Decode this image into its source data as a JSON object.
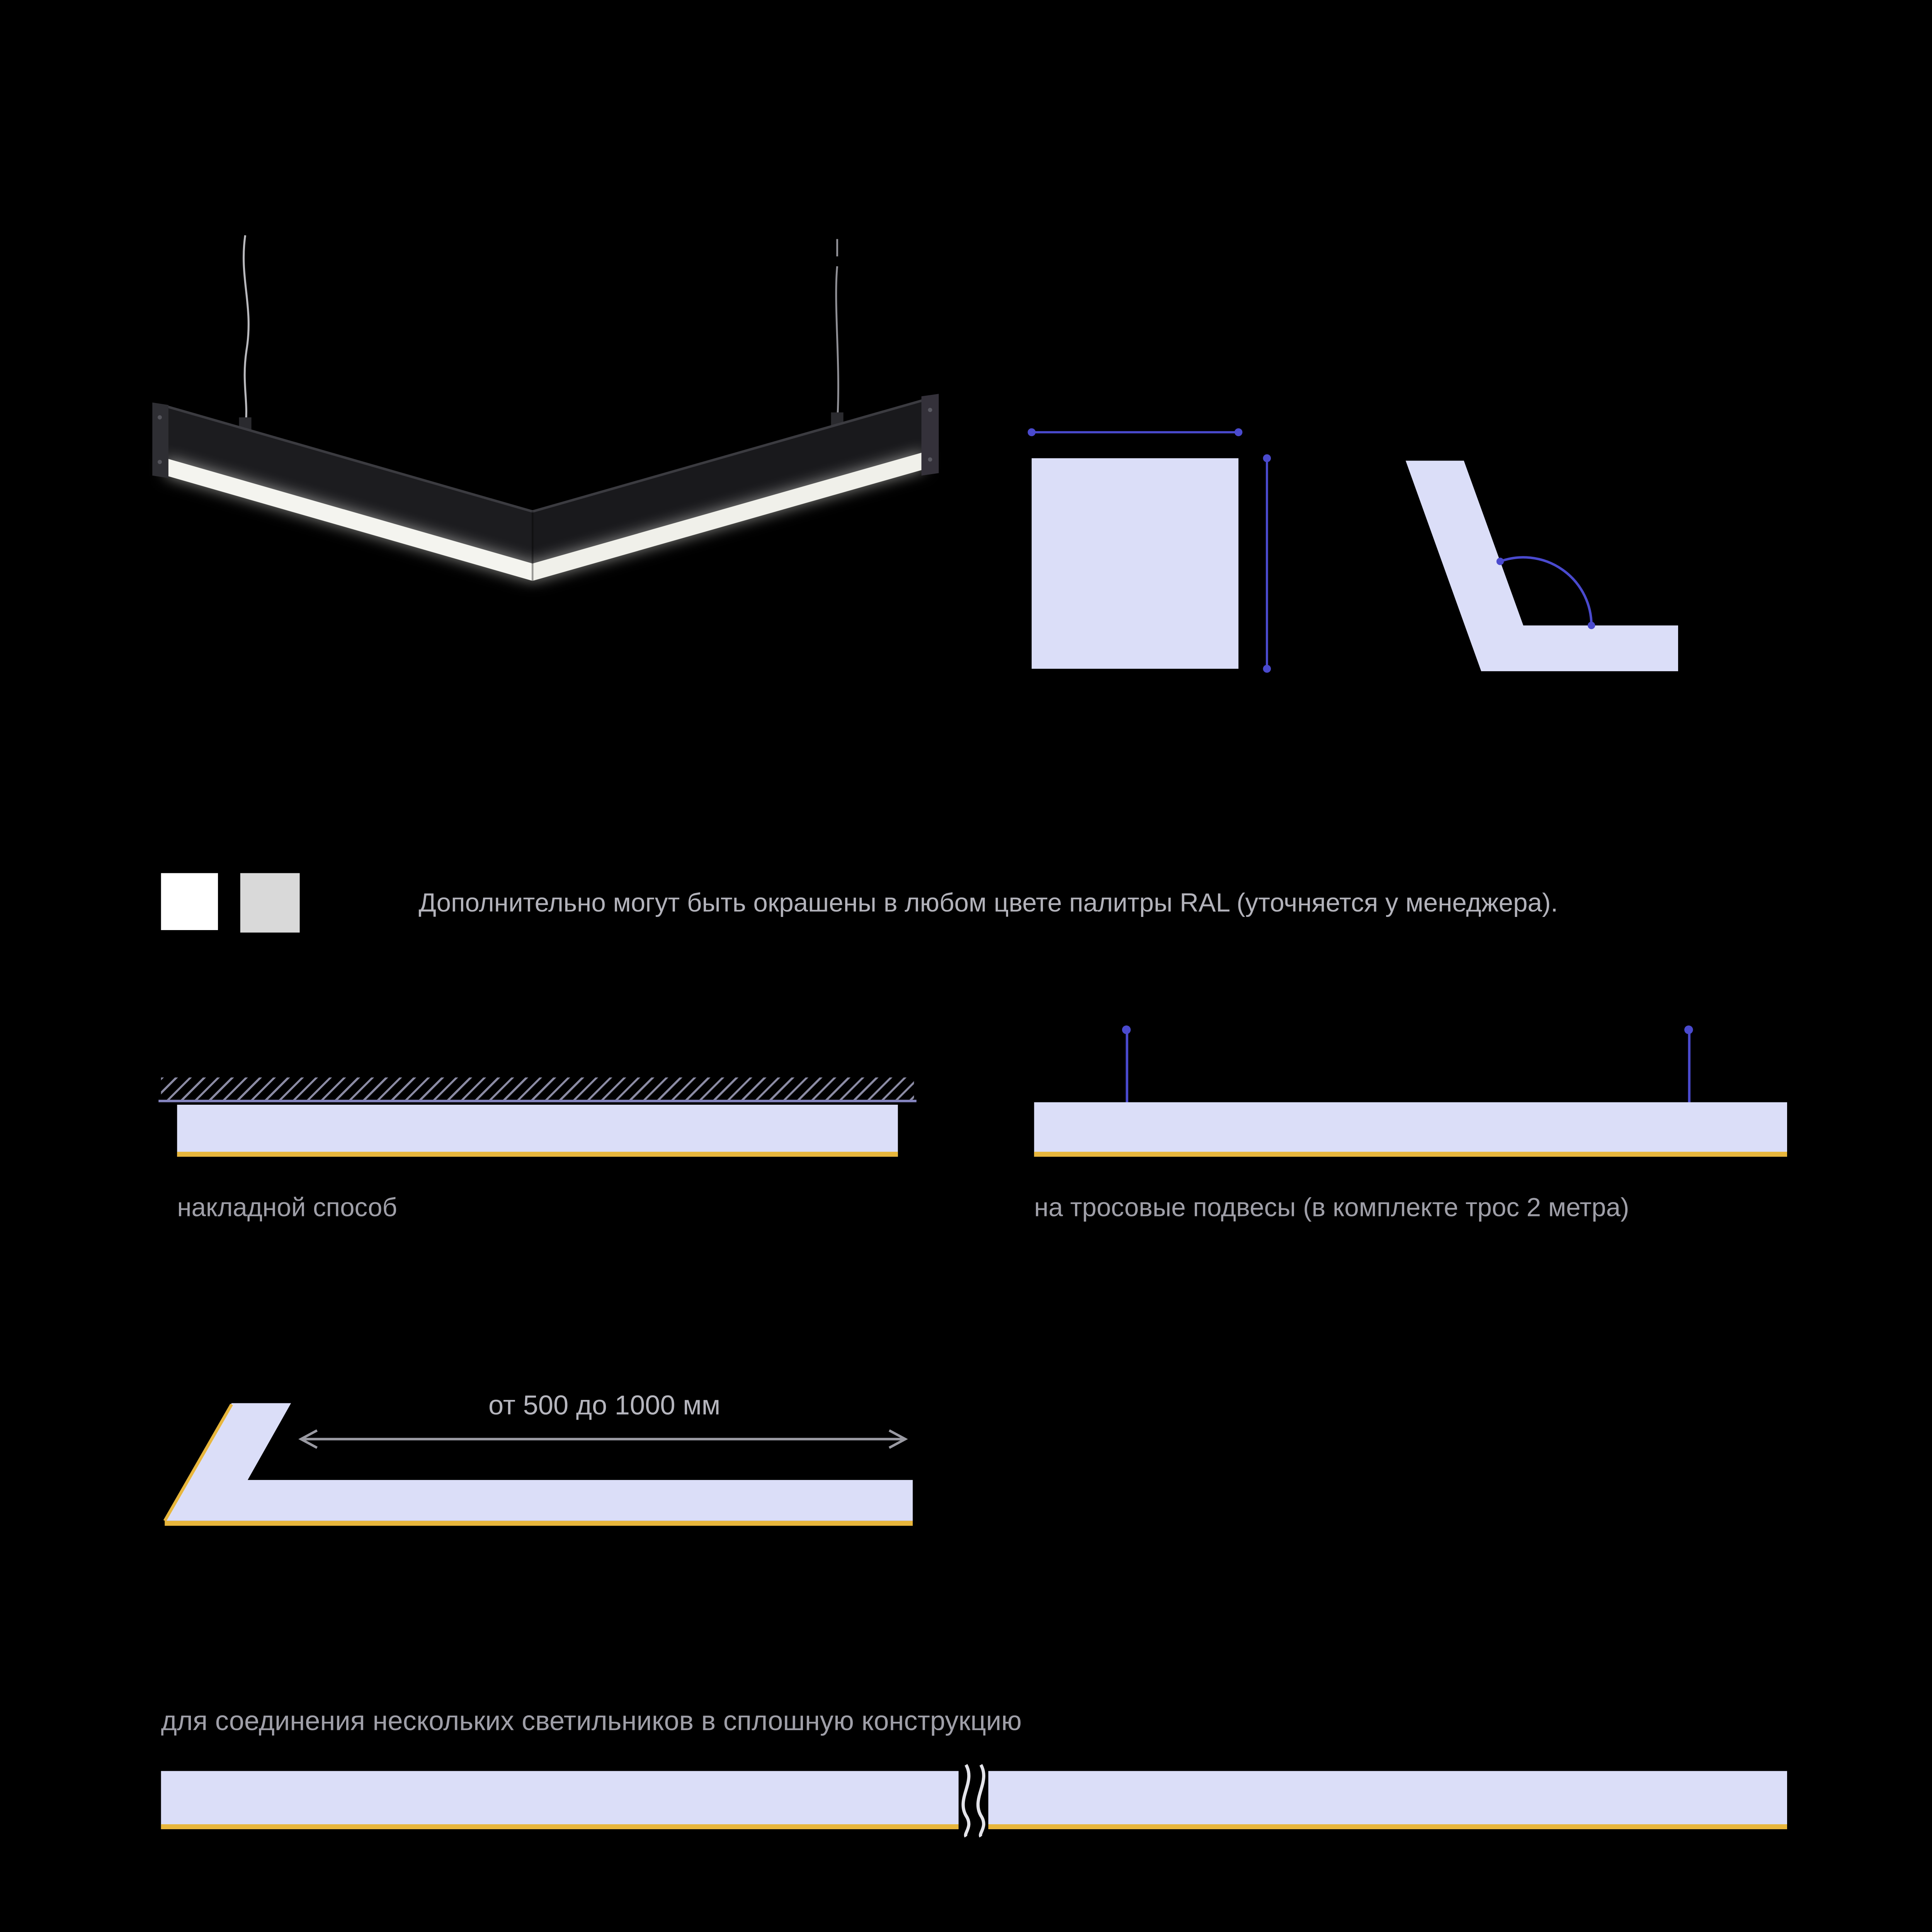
{
  "colors": {
    "background": "#000000",
    "profile_fill": "#dbdef8",
    "gold_edge": "#e8b63c",
    "dimension_blue": "#4a4ace",
    "label_gray": "#9f9fa8"
  },
  "luminaire": {
    "description": "v-shaped black pendant LED luminaire on suspension wires"
  },
  "ral_note": "Дополнительно могут быть окрашены в любом цвете палитры RAL (уточняется у менеджера).",
  "swatches": [
    {
      "name": "white",
      "hex": "#ffffff"
    },
    {
      "name": "light-gray",
      "hex": "#d9d9d9"
    }
  ],
  "mounting": {
    "surface_label": "накладной способ",
    "cable_label": "на тросовые подвесы (в комплекте трос 2 метра)"
  },
  "length_range_label": "от 500 до 1000 мм",
  "connection_label": "для соединения нескольких светильников в сплошную конструкцию"
}
